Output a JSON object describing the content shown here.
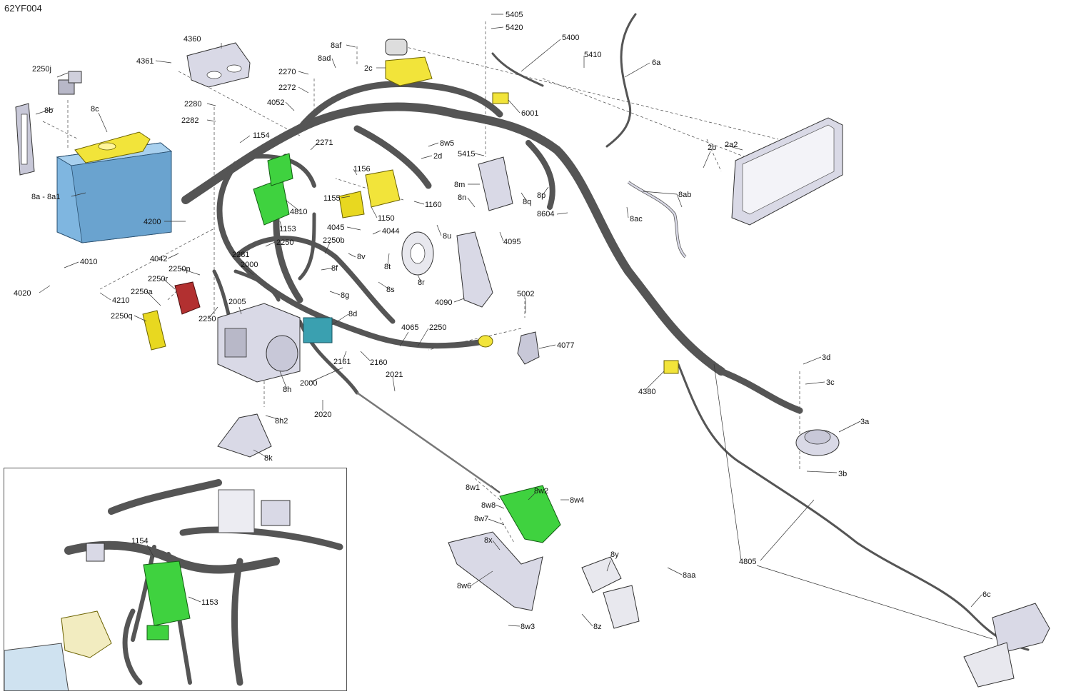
{
  "diagram_id": "62YF004",
  "colors": {
    "battery": "#7fb6e0",
    "yellow": "#f2e43a",
    "green": "#3fd23f",
    "grey_part": "#d9d9e6",
    "red": "#b23030",
    "teal": "#3aa0b0"
  },
  "labels": [
    {
      "id": "l-2250j",
      "text": "2250j"
    },
    {
      "id": "l-8b",
      "text": "8b"
    },
    {
      "id": "l-8c",
      "text": "8c"
    },
    {
      "id": "l-8a",
      "text": "8a - 8a1"
    },
    {
      "id": "l-4361",
      "text": "4361"
    },
    {
      "id": "l-4360",
      "text": "4360"
    },
    {
      "id": "l-2270",
      "text": "2270"
    },
    {
      "id": "l-2272",
      "text": "2272"
    },
    {
      "id": "l-2280",
      "text": "2280"
    },
    {
      "id": "l-2282",
      "text": "2282"
    },
    {
      "id": "l-4052",
      "text": "4052"
    },
    {
      "id": "l-8af",
      "text": "8af"
    },
    {
      "id": "l-8ad",
      "text": "8ad"
    },
    {
      "id": "l-2c",
      "text": "2c"
    },
    {
      "id": "l-5405",
      "text": "5405"
    },
    {
      "id": "l-5420",
      "text": "5420"
    },
    {
      "id": "l-5400",
      "text": "5400"
    },
    {
      "id": "l-5410",
      "text": "5410"
    },
    {
      "id": "l-6a",
      "text": "6a"
    },
    {
      "id": "l-6001",
      "text": "6001"
    },
    {
      "id": "l-1154",
      "text": "1154"
    },
    {
      "id": "l-2271",
      "text": "2271"
    },
    {
      "id": "l-8w5",
      "text": "8w5"
    },
    {
      "id": "l-2d",
      "text": "2d"
    },
    {
      "id": "l-5415",
      "text": "5415"
    },
    {
      "id": "l-2b",
      "text": "2b"
    },
    {
      "id": "l-2a2",
      "text": "2a2"
    },
    {
      "id": "l-1156",
      "text": "1156"
    },
    {
      "id": "l-1155",
      "text": "1155"
    },
    {
      "id": "l-8m",
      "text": "8m"
    },
    {
      "id": "l-8n",
      "text": "8n"
    },
    {
      "id": "l-8q",
      "text": "8q"
    },
    {
      "id": "l-8p",
      "text": "8p"
    },
    {
      "id": "l-8604",
      "text": "8604"
    },
    {
      "id": "l-8ab",
      "text": "8ab"
    },
    {
      "id": "l-8ac",
      "text": "8ac"
    },
    {
      "id": "l-4200",
      "text": "4200"
    },
    {
      "id": "l-4810",
      "text": "4810"
    },
    {
      "id": "l-1150",
      "text": "1150"
    },
    {
      "id": "l-1160",
      "text": "1160"
    },
    {
      "id": "l-1153",
      "text": "1153"
    },
    {
      "id": "l-4045",
      "text": "4045"
    },
    {
      "id": "l-4044",
      "text": "4044"
    },
    {
      "id": "l-8u",
      "text": "8u"
    },
    {
      "id": "l-4095",
      "text": "4095"
    },
    {
      "id": "l-2250b",
      "text": "2250b"
    },
    {
      "id": "l-2250-top",
      "text": "2250"
    },
    {
      "id": "l-4010",
      "text": "4010"
    },
    {
      "id": "l-4042",
      "text": "4042"
    },
    {
      "id": "l-2281",
      "text": "2281"
    },
    {
      "id": "l-8v",
      "text": "8v"
    },
    {
      "id": "l-8t",
      "text": "8t"
    },
    {
      "id": "l-2000-a",
      "text": "2000"
    },
    {
      "id": "l-8f",
      "text": "8f"
    },
    {
      "id": "l-2250p",
      "text": "2250p"
    },
    {
      "id": "l-8r",
      "text": "8r"
    },
    {
      "id": "l-4020",
      "text": "4020"
    },
    {
      "id": "l-2250r",
      "text": "2250r"
    },
    {
      "id": "l-8s",
      "text": "8s"
    },
    {
      "id": "l-8g",
      "text": "8g"
    },
    {
      "id": "l-4090",
      "text": "4090"
    },
    {
      "id": "l-2250a",
      "text": "2250a"
    },
    {
      "id": "l-4210",
      "text": "4210"
    },
    {
      "id": "l-2005",
      "text": "2005"
    },
    {
      "id": "l-5002",
      "text": "5002"
    },
    {
      "id": "l-2250q",
      "text": "2250q"
    },
    {
      "id": "l-2250-mid",
      "text": "2250"
    },
    {
      "id": "l-8d",
      "text": "8d"
    },
    {
      "id": "l-4065",
      "text": "4065"
    },
    {
      "id": "l-2250-right",
      "text": "2250"
    },
    {
      "id": "l-4077",
      "text": "4077"
    },
    {
      "id": "l-3d",
      "text": "3d"
    },
    {
      "id": "l-3c",
      "text": "3c"
    },
    {
      "id": "l-4380",
      "text": "4380"
    },
    {
      "id": "l-2161",
      "text": "2161"
    },
    {
      "id": "l-2160",
      "text": "2160"
    },
    {
      "id": "l-2021",
      "text": "2021"
    },
    {
      "id": "l-8h",
      "text": "8h"
    },
    {
      "id": "l-2000-b",
      "text": "2000"
    },
    {
      "id": "l-3a",
      "text": "3a"
    },
    {
      "id": "l-2020",
      "text": "2020"
    },
    {
      "id": "l-8h2",
      "text": "8h2"
    },
    {
      "id": "l-8k",
      "text": "8k"
    },
    {
      "id": "l-3b",
      "text": "3b"
    },
    {
      "id": "l-8w1",
      "text": "8w1"
    },
    {
      "id": "l-8w2",
      "text": "8w2"
    },
    {
      "id": "l-8w4",
      "text": "8w4"
    },
    {
      "id": "l-8w8",
      "text": "8w8"
    },
    {
      "id": "l-8w7",
      "text": "8w7"
    },
    {
      "id": "l-8x",
      "text": "8x"
    },
    {
      "id": "l-8y",
      "text": "8y"
    },
    {
      "id": "l-8aa",
      "text": "8aa"
    },
    {
      "id": "l-4805",
      "text": "4805"
    },
    {
      "id": "l-8w6",
      "text": "8w6"
    },
    {
      "id": "l-6c",
      "text": "6c"
    },
    {
      "id": "l-8z",
      "text": "8z"
    },
    {
      "id": "l-8w3",
      "text": "8w3"
    }
  ],
  "inset": {
    "labels": [
      {
        "id": "i-1154",
        "text": "1154"
      },
      {
        "id": "i-1153",
        "text": "1153"
      }
    ]
  }
}
